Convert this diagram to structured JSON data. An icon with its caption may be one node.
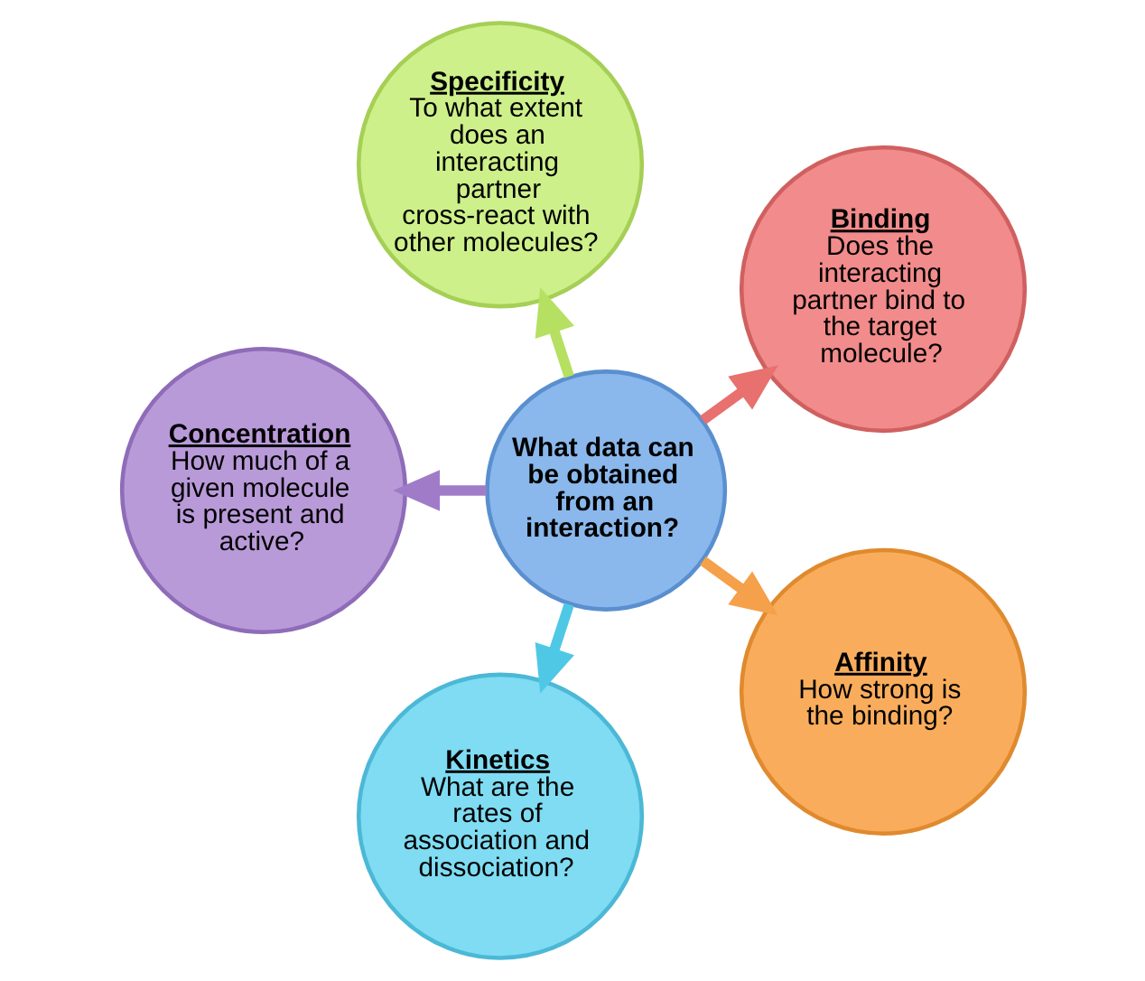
{
  "diagram": {
    "nodes": [
      {
        "text": [
          "What data can be obtained from an interaction?"
        ]
      },
      {
        "text": [
          "Binding",
          "Does the interacting partner bind to the target molecule?"
        ]
      },
      {
        "text": [
          "Specificity",
          "To what extent does an interacting partner cross-react with other molecules?"
        ]
      },
      {
        "text": [
          "Concentration",
          "How much of a given molecule is present and active?"
        ]
      },
      {
        "text": [
          "Kinetics",
          "What are the rates of association and dissociation?"
        ]
      },
      {
        "text": [
          "Affinity",
          "How strong is the binding?"
        ]
      }
    ],
    "edges": [
      {
        "from": 0,
        "to": 1,
        "arrow": "to",
        "color": "#e8706e"
      },
      {
        "from": 0,
        "to": 2,
        "arrow": "to",
        "color": "#b5e061"
      },
      {
        "from": 0,
        "to": 3,
        "arrow": "to",
        "color": "#a07cc8"
      },
      {
        "from": 0,
        "to": 4,
        "arrow": "to",
        "color": "#4fc8e6"
      },
      {
        "from": 0,
        "to": 5,
        "arrow": "to",
        "color": "#f5a04a"
      }
    ]
  }
}
